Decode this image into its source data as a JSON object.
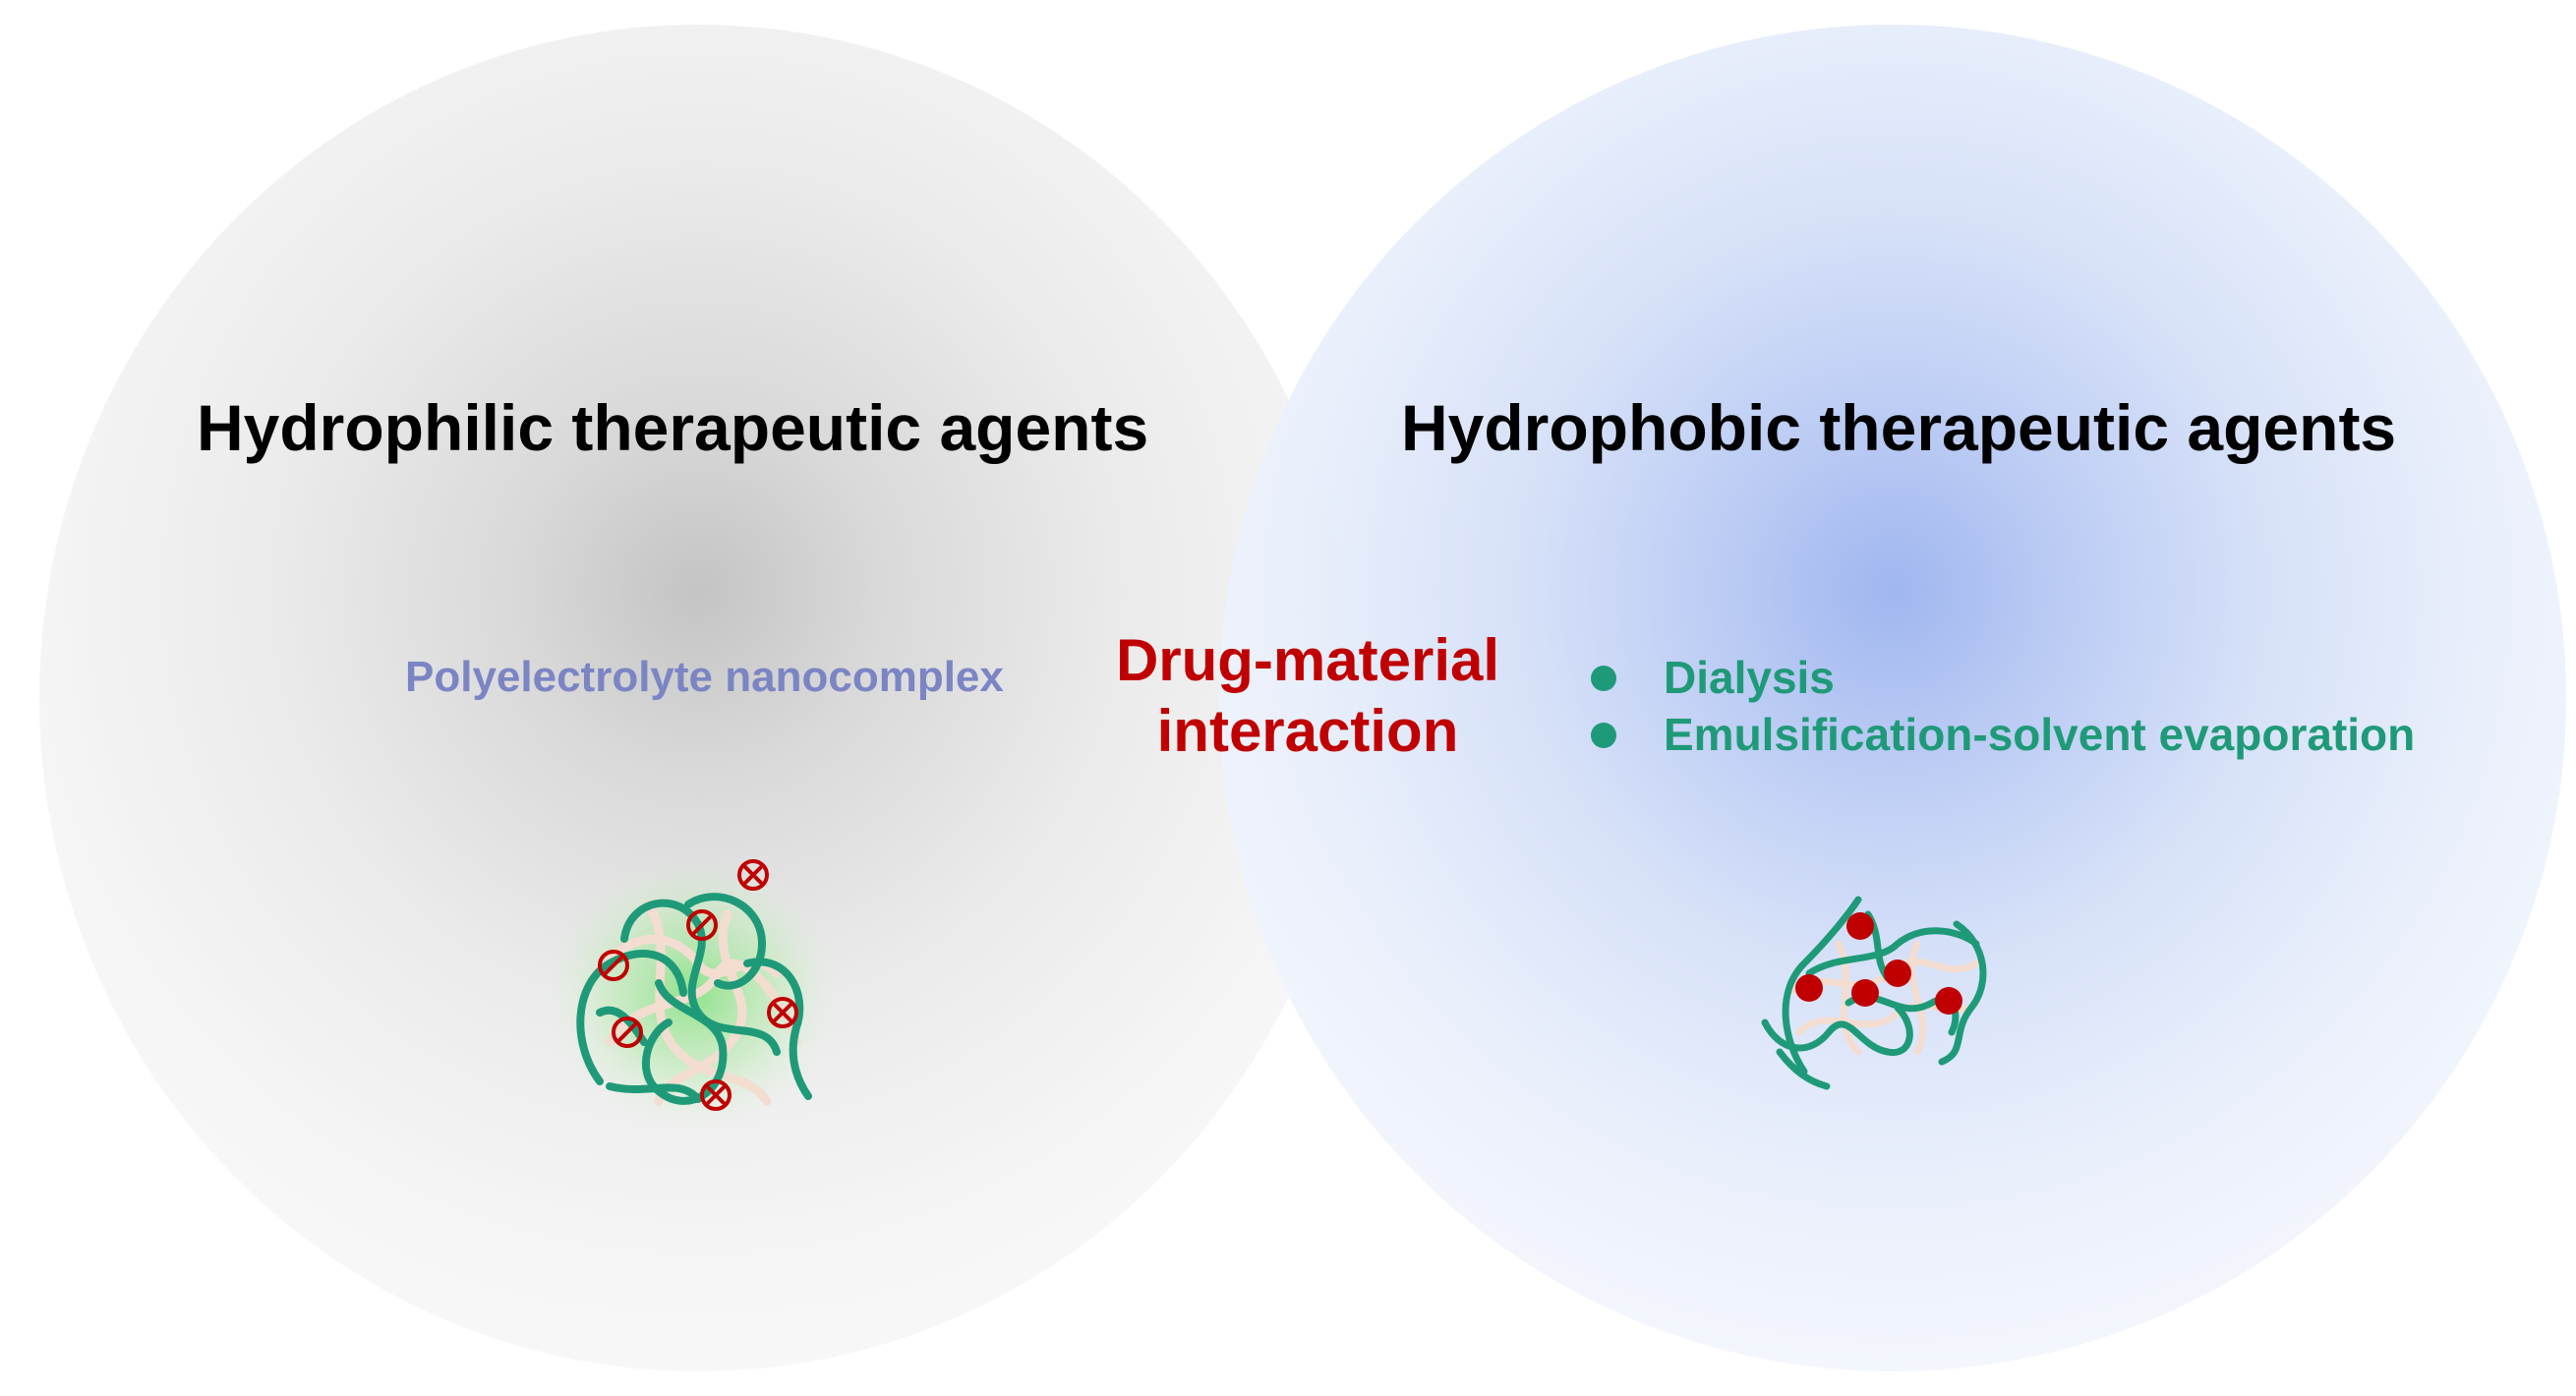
{
  "left": {
    "title": "Hydrophilic therapeutic agents",
    "method": "Polyelectrolyte nanocomplex"
  },
  "center": {
    "label": "Drug-material interaction"
  },
  "right": {
    "title": "Hydrophobic therapeutic agents",
    "methods": [
      "Dialysis",
      "Emulsification-solvent evaporation"
    ]
  },
  "colors": {
    "title": "#000000",
    "left_method": "#7b85c4",
    "center_label": "#c00000",
    "right_methods": "#1f9a78",
    "polymer_strand": "#1f9a78",
    "light_strand": "#f3ddd0",
    "drug_particle": "#c00000",
    "left_circle": "#d9d9d9",
    "right_circle": "#b8c9f3"
  },
  "icons": {
    "left": "polyelectrolyte-nanocomplex-icon",
    "right": "polymer-drug-particle-icon",
    "charge_negative": "negative-charge-icon",
    "charge_positive": "positive-charge-icon"
  }
}
